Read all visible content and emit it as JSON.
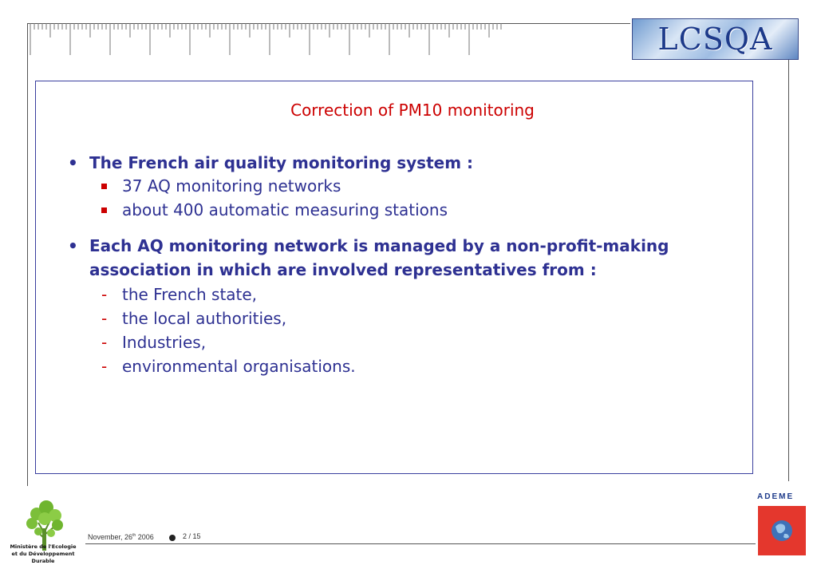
{
  "header": {
    "logo_text": "LCSQA"
  },
  "slide": {
    "title": "Correction of PM10 monitoring",
    "bullets": [
      {
        "marker": "•",
        "text": "The French air quality monitoring system :",
        "subitems": [
          "37 AQ monitoring networks",
          "about 400 automatic measuring stations"
        ]
      },
      {
        "marker": "•",
        "text": "Each AQ monitoring network is managed by a non-profit-making association in which are involved representatives from :",
        "subitems": [
          "the French state,",
          "the local authorities,",
          "Industries,",
          "environmental organisations."
        ]
      }
    ]
  },
  "footer": {
    "ministry_line1": "Ministère de l'Ecologie",
    "ministry_line2": "et du Développement Durable",
    "date_prefix": "November, 26",
    "date_sup": "th",
    "date_year": "2006",
    "page": "2 / 15",
    "ademe_label": "ADEME"
  },
  "colors": {
    "title": "#cc0000",
    "text": "#2e3192",
    "bullet_square": "#cc0000",
    "ademe_box": "#e4372d"
  },
  "icons": {
    "ministry_logo": "tree-icon",
    "ademe_logo": "globe-icon"
  }
}
